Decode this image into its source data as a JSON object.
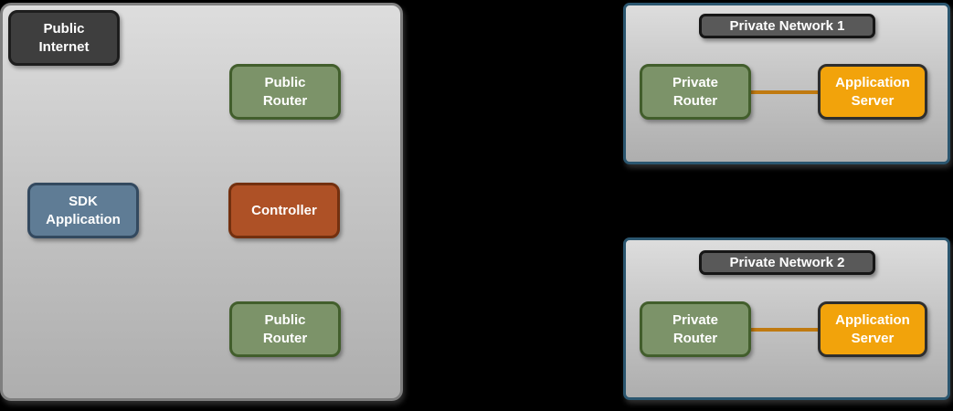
{
  "colors": {
    "background": "#000000",
    "zone_fill_top": "#dddddd",
    "zone_fill_bottom": "#aeaeae",
    "public_zone_border": "#7f7f7f",
    "private_network_border": "#2b566f",
    "node_dark_gray": "#3e3e3e",
    "node_green": "#7c9369",
    "node_green_border": "#425e2c",
    "node_slate_blue": "#5f7c95",
    "node_rust": "#ae5126",
    "node_orange": "#f2a30b",
    "connector_orange": "#c07a10",
    "title_pill_gray": "#595959",
    "text": "#ffffff"
  },
  "public_zone": {
    "nodes": {
      "public_internet": "Public\nInternet",
      "public_router_top": "Public\nRouter",
      "sdk_application": "SDK\nApplication",
      "controller": "Controller",
      "public_router_bottom": "Public\nRouter"
    }
  },
  "private_networks": [
    {
      "title": "Private Network 1",
      "router": "Private\nRouter",
      "server": "Application\nServer"
    },
    {
      "title": "Private Network 2",
      "router": "Private\nRouter",
      "server": "Application\nServer"
    }
  ]
}
